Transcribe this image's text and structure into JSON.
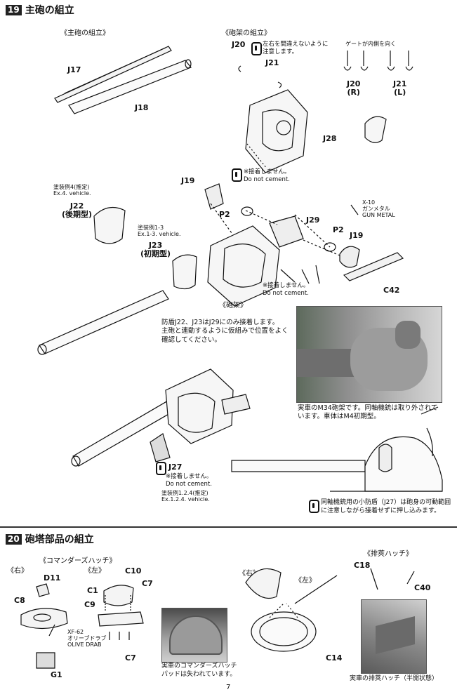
{
  "step19": {
    "number": "19",
    "title": "主砲の組立",
    "sub_gun": "《主砲の組立》",
    "sub_mount": "《砲架の組立》",
    "note_lr": "左右を間違えないように\n注意します。",
    "gate_note": "ゲートが内側を向く",
    "labels": {
      "j17": "J17",
      "j18": "J18",
      "j20": "J20",
      "j21": "J21",
      "j20r": "J20\n(R)",
      "j21l": "J21\n(L)",
      "j28": "J28",
      "j19a": "J19",
      "p2a": "P2",
      "j29": "J29",
      "p2b": "P2",
      "j19b": "J19",
      "j22": "J22\n(後期型)",
      "j23": "J23\n(初期型)",
      "c42": "C42",
      "j27": "J27"
    },
    "ex4": "塗装例4(推定)\nEx.4. vehicle.",
    "ex13": "塗装例1-3\nEx.1-3. vehicle.",
    "ex124": "塗装例1.2.4(推定)\nEx.1.2.4. vehicle.",
    "nocement_top": "※接着しません。\nDo not cement.",
    "nocement_mid": "※接着しません。\nDo not cement.",
    "nocement_j27": "※接着しません。\nDo not cement.",
    "gunmetal": "X-10\nガンメタル\nGUN METAL",
    "mount_label": "《砲架》",
    "instruction": "防盾J22、J23はJ29にのみ接着します。\n主砲と連動するように仮組みで位置をよく\n確認してください。",
    "photo1_caption": "実車のM34砲架です。同軸機銃は取り外されて\nいます。車体はM4初期型。",
    "j27_note": "同軸機銃用の小防盾（J27）は砲身の可動範囲\nに注意しながら接着せずに押し込みます。"
  },
  "step20": {
    "number": "20",
    "title": "砲塔部品の組立",
    "sub_cmd": "《コマンダーズハッチ》",
    "sub_eject": "《排莢ハッチ》",
    "right": "《右》",
    "left": "《左》",
    "right2": "《右》",
    "left2": "《左》",
    "labels": {
      "d11": "D11",
      "c8": "C8",
      "c10": "C10",
      "c1": "C1",
      "c7a": "C7",
      "c9": "C9",
      "c7b": "C7",
      "g1": "G1",
      "c14": "C14",
      "c18": "C18",
      "c40": "C40"
    },
    "paint": "XF-62\nオリーブドラブ\nOLIVE DRAB",
    "photo_cmd_caption": "実車のコマンダーズハッチ\nパッドは失われています。",
    "photo_eject_caption": "実車の排莢ハッチ（半開状態）",
    "page_number": "7"
  },
  "colors": {
    "ink": "#111111",
    "photo": "#8c8c8c"
  }
}
